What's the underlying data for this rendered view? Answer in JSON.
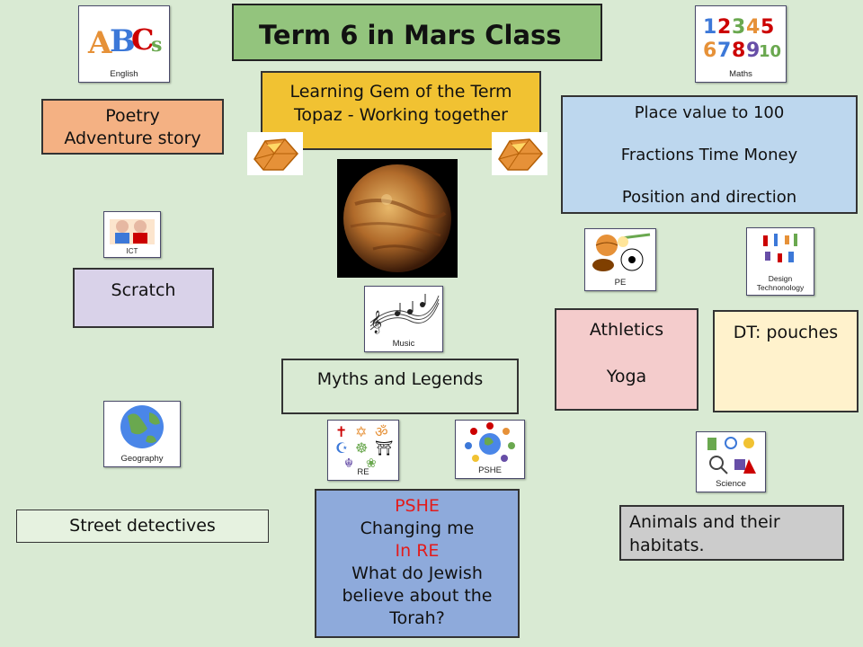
{
  "title": "Term 6 in Mars Class",
  "gem": {
    "line1": "Learning Gem of the Term",
    "line2": "Topaz - Working together"
  },
  "english": {
    "icon_label": "English",
    "line1": "Poetry",
    "line2": "Adventure story"
  },
  "maths": {
    "icon_label": "Maths",
    "line1": "Place value to  100",
    "line2": "Fractions  Time  Money",
    "line3": "Position and direction"
  },
  "ict": {
    "icon_label": "ICT",
    "text": "Scratch"
  },
  "music": {
    "icon_label": "Music",
    "text": "Myths and Legends"
  },
  "pe": {
    "icon_label": "PE",
    "line1": "Athletics",
    "line2": "Yoga"
  },
  "dt": {
    "icon_label": "Design Technonology",
    "text": "DT: pouches"
  },
  "geography": {
    "icon_label": "Geography",
    "text": "Street detectives"
  },
  "re_pshe": {
    "re_icon_label": "RE",
    "pshe_icon_label": "PSHE",
    "pshe_heading": "PSHE",
    "pshe_text": "Changing me",
    "re_heading": "In RE",
    "re_line1": "What do Jewish",
    "re_line2": "believe about the",
    "re_line3": "Torah?"
  },
  "science": {
    "icon_label": "Science",
    "line1": "Animals and their",
    "line2": "habitats."
  },
  "colors": {
    "background": "#d9ead3",
    "title_box": "#93c47d",
    "gem_box": "#f1c232",
    "english_box": "#f4b183",
    "maths_box": "#bdd7ee",
    "ict_box": "#d9d2e9",
    "pe_box": "#f4cccc",
    "dt_box": "#fff2cc",
    "re_box": "#8eaadb",
    "science_box": "#cccccc",
    "heading_red": "#e31b1b"
  }
}
